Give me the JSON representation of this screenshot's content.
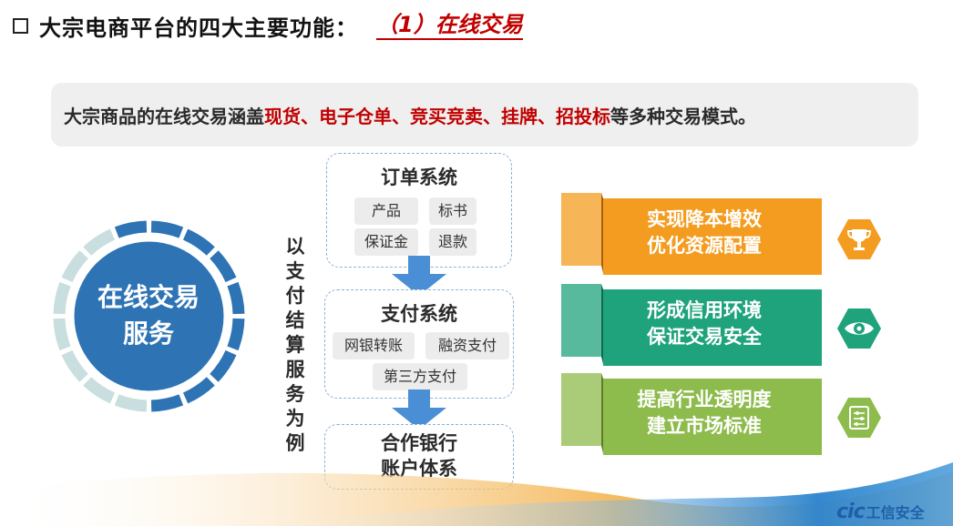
{
  "title": {
    "main": "大宗电商平台的四大主要功能：",
    "sub": "（1）在线交易"
  },
  "banner": {
    "part1": "大宗商品的在线交易涵盖",
    "highlight1": "现货、电子仓单、竞买竞卖、挂牌、招投标",
    "part2": "等多种交易模式。"
  },
  "center": {
    "line1": "在线交易",
    "line2": "服务"
  },
  "vertical_label": [
    "以",
    "支",
    "付",
    "结",
    "算",
    "服",
    "务",
    "为",
    "例"
  ],
  "flow": {
    "order": {
      "title": "订单系统",
      "chips": [
        "产品",
        "标书",
        "保证金",
        "退款"
      ]
    },
    "payment": {
      "title": "支付系统",
      "chips": [
        "网银转账",
        "融资支付",
        "第三方支付"
      ]
    },
    "bank": {
      "line1": "合作银行",
      "line2": "账户体系"
    }
  },
  "ribbons": [
    {
      "line1": "实现降本增效",
      "line2": "优化资源配置",
      "color": "#f39c1f",
      "icon": "trophy-icon"
    },
    {
      "line1": "形成信用环境",
      "line2": "保证交易安全",
      "color": "#1fa37c",
      "icon": "eye-icon"
    },
    {
      "line1": "提高行业透明度",
      "line2": "建立市场标准",
      "color": "#8dbb4c",
      "icon": "slider-settings-icon"
    }
  ],
  "logo": {
    "mark": "cic",
    "text": "工信安全"
  },
  "colors": {
    "accent_red": "#c00000",
    "ring_blue": "#2e74b5",
    "ring_light": "#c9dede",
    "box_dash": "#8fb0d8",
    "arrow_blue": "#4a8fd6"
  }
}
